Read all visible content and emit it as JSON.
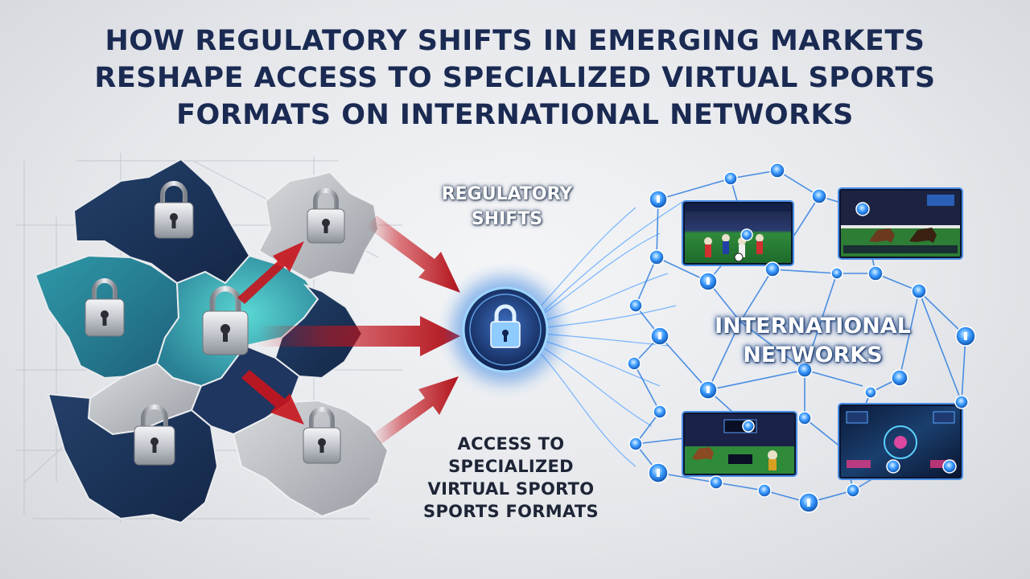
{
  "title": {
    "line1": "HOW REGULATORY SHIFTS IN EMERGING MARKETS",
    "line2": "RESHAPE ACCESS TO SPECIALIZED VIRTUAL SPORTS",
    "line3": "FORMATS ON INTERNATIONAL NETWORKS"
  },
  "labels": {
    "regulatory_1": "REGULATORY",
    "regulatory_2": "SHIFTS",
    "international_1": "INTERNATIONAL",
    "international_2": "NETWORKS",
    "access_1": "ACCESS TO",
    "access_2": "SPECIALIZED",
    "access_3": "VIRTUAL SPORTO",
    "access_4": "SPORTS FORMATS"
  },
  "icons": [
    "padlock-icon",
    "arrow-icon",
    "network-node-icon",
    "screen-panel"
  ],
  "colors": {
    "title": "#1a2a52",
    "navy_region": "#1b2f55",
    "teal_region": "#2a8fa0",
    "gray_region": "#b9bcc2",
    "arrow_red": "#c8141c",
    "network_blue": "#1e7be8",
    "hub_glow": "#4aa8ff"
  }
}
